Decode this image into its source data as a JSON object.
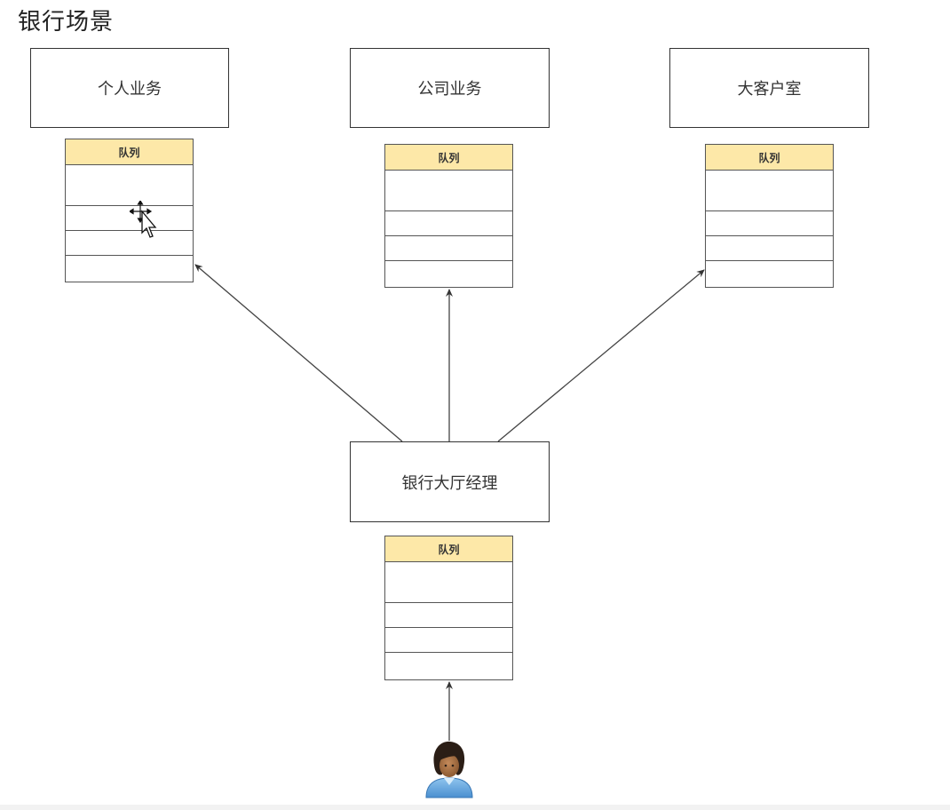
{
  "title": "银行场景",
  "services": [
    {
      "id": "personal",
      "label": "个人业务",
      "queue_header": "队列"
    },
    {
      "id": "corporate",
      "label": "公司业务",
      "queue_header": "队列"
    },
    {
      "id": "vip",
      "label": "大客户室",
      "queue_header": "队列"
    }
  ],
  "manager": {
    "label": "银行大厅经理",
    "queue_header": "队列"
  },
  "icons": {
    "cursor": "move-cursor-icon",
    "customer": "person-icon"
  },
  "colors": {
    "queue_header": "#fde8a8",
    "border": "#333333",
    "arrow": "#333333"
  }
}
